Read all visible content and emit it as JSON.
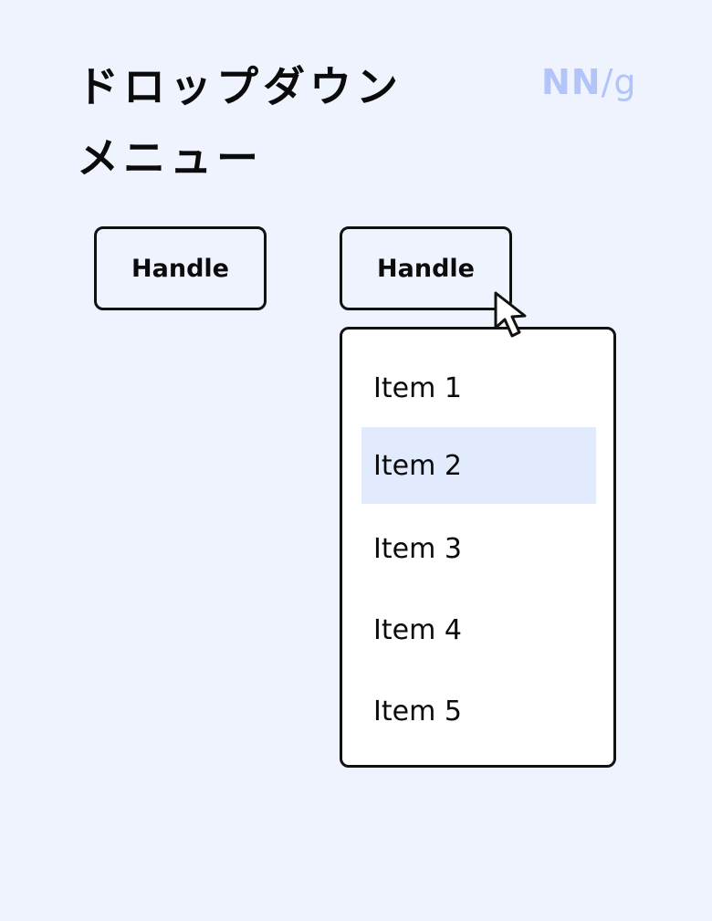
{
  "title": {
    "line1": "ドロップダウン",
    "line2": "メニュー"
  },
  "logo": {
    "nn": "NN",
    "slash": "/",
    "g": "g"
  },
  "handles": [
    {
      "label": "Handle"
    },
    {
      "label": "Handle"
    }
  ],
  "menu": {
    "items": [
      {
        "label": "Item 1"
      },
      {
        "label": "Item 2"
      },
      {
        "label": "Item 3"
      },
      {
        "label": "Item 4"
      },
      {
        "label": "Item 5"
      }
    ],
    "highlighted_item": "Item 2"
  },
  "colors": {
    "background": "#eef3fe",
    "highlight": "#e1ebfd",
    "logo": "#b2c4f8",
    "border": "#111111"
  },
  "icons": {
    "cursor": "pointer-arrow-icon"
  }
}
